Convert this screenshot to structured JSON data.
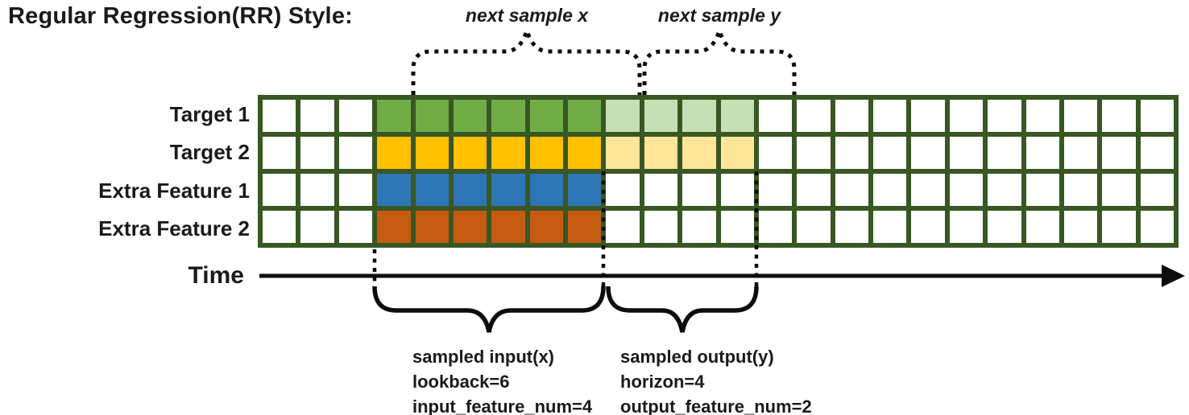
{
  "title": "Regular Regression(RR) Style:",
  "annotations": {
    "next_sample_x": "next sample x",
    "next_sample_y": "next sample y",
    "time_label": "Time",
    "input_lines": [
      "sampled input(x)",
      "lookback=6",
      "input_feature_num=4"
    ],
    "output_lines": [
      "sampled output(y)",
      "horizon=4",
      "output_feature_num=2"
    ]
  },
  "colors": {
    "grid_border_green": "#385723",
    "target1_input_green": "#70ad47",
    "target1_output_light_green": "#c5e0b4",
    "target2_input_yellow": "#ffc000",
    "target2_output_light_yellow": "#ffe699",
    "extra1_input_blue": "#2e75b6",
    "extra2_input_orange": "#c55a11",
    "empty_cell_white": "#ffffff",
    "annotation_black": "#0d0d0d"
  },
  "grid": {
    "columns": 24,
    "lookback": 6,
    "horizon": 4,
    "input_feature_num": 4,
    "output_feature_num": 2,
    "rows": [
      {
        "label": "Target 1",
        "palette": [
          "#ffffff",
          "#70ad47",
          "#c5e0b4"
        ],
        "cells": [
          0,
          0,
          0,
          1,
          1,
          1,
          1,
          1,
          1,
          2,
          2,
          2,
          2,
          0,
          0,
          0,
          0,
          0,
          0,
          0,
          0,
          0,
          0,
          0
        ]
      },
      {
        "label": "Target 2",
        "palette": [
          "#ffffff",
          "#ffc000",
          "#ffe699"
        ],
        "cells": [
          0,
          0,
          0,
          1,
          1,
          1,
          1,
          1,
          1,
          2,
          2,
          2,
          2,
          0,
          0,
          0,
          0,
          0,
          0,
          0,
          0,
          0,
          0,
          0
        ]
      },
      {
        "label": "Extra Feature 1",
        "palette": [
          "#ffffff",
          "#2e75b6",
          "#ffffff"
        ],
        "cells": [
          0,
          0,
          0,
          1,
          1,
          1,
          1,
          1,
          1,
          0,
          0,
          0,
          0,
          0,
          0,
          0,
          0,
          0,
          0,
          0,
          0,
          0,
          0,
          0
        ]
      },
      {
        "label": "Extra Feature 2",
        "palette": [
          "#ffffff",
          "#c55a11",
          "#ffffff"
        ],
        "cells": [
          0,
          0,
          0,
          1,
          1,
          1,
          1,
          1,
          1,
          0,
          0,
          0,
          0,
          0,
          0,
          0,
          0,
          0,
          0,
          0,
          0,
          0,
          0,
          0
        ]
      }
    ]
  }
}
